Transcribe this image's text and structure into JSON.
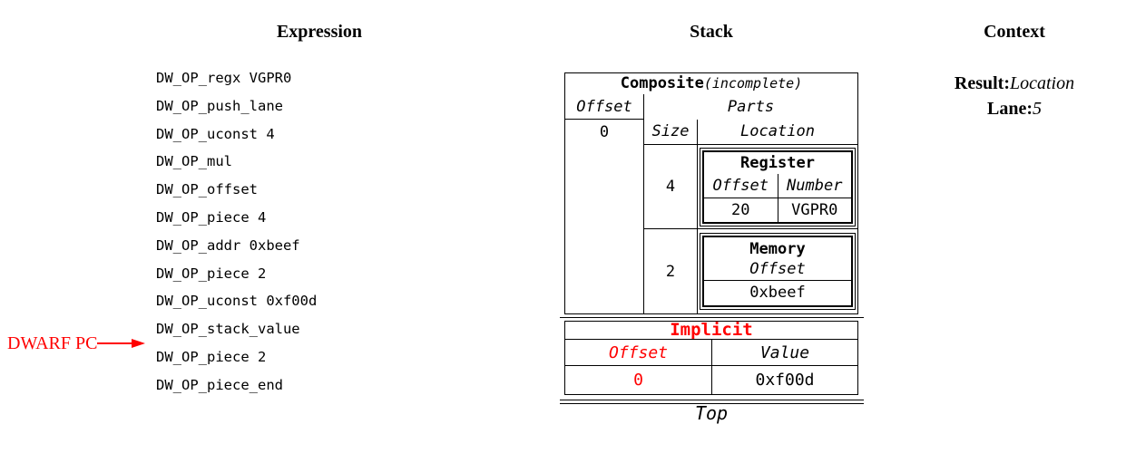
{
  "headers": {
    "expression": "Expression",
    "stack": "Stack",
    "context": "Context"
  },
  "expression": {
    "ops": [
      "DW_OP_regx VGPR0",
      "DW_OP_push_lane",
      "DW_OP_uconst 4",
      "DW_OP_mul",
      "DW_OP_offset",
      "DW_OP_piece 4",
      "DW_OP_addr 0xbeef",
      "DW_OP_piece 2",
      "DW_OP_uconst 0xf00d",
      "DW_OP_stack_value",
      "DW_OP_piece 2",
      "DW_OP_piece_end"
    ],
    "pc_label": "DWARF PC",
    "pc_points_to_op": "DW_OP_piece 2"
  },
  "stack": {
    "composite": {
      "title": "Composite",
      "subtitle": "(incomplete)",
      "offset_header": "Offset",
      "offset_value": "0",
      "parts_header": "Parts",
      "size_header": "Size",
      "location_header": "Location",
      "parts": [
        {
          "size": "4",
          "location": {
            "type": "Register",
            "offset_header": "Offset",
            "number_header": "Number",
            "offset_value": "20",
            "number_value": "VGPR0"
          }
        },
        {
          "size": "2",
          "location": {
            "type": "Memory",
            "offset_header": "Offset",
            "offset_value": "0xbeef"
          }
        }
      ]
    },
    "implicit": {
      "title": "Implicit",
      "offset_header": "Offset",
      "value_header": "Value",
      "offset_value": "0",
      "value_value": "0xf00d"
    },
    "top_label": "Top"
  },
  "context": {
    "result_label": "Result:",
    "result_value": "Location",
    "lane_label": "Lane:",
    "lane_value": "5"
  },
  "colors": {
    "accent_red": "#ff0000",
    "text": "#000000"
  }
}
